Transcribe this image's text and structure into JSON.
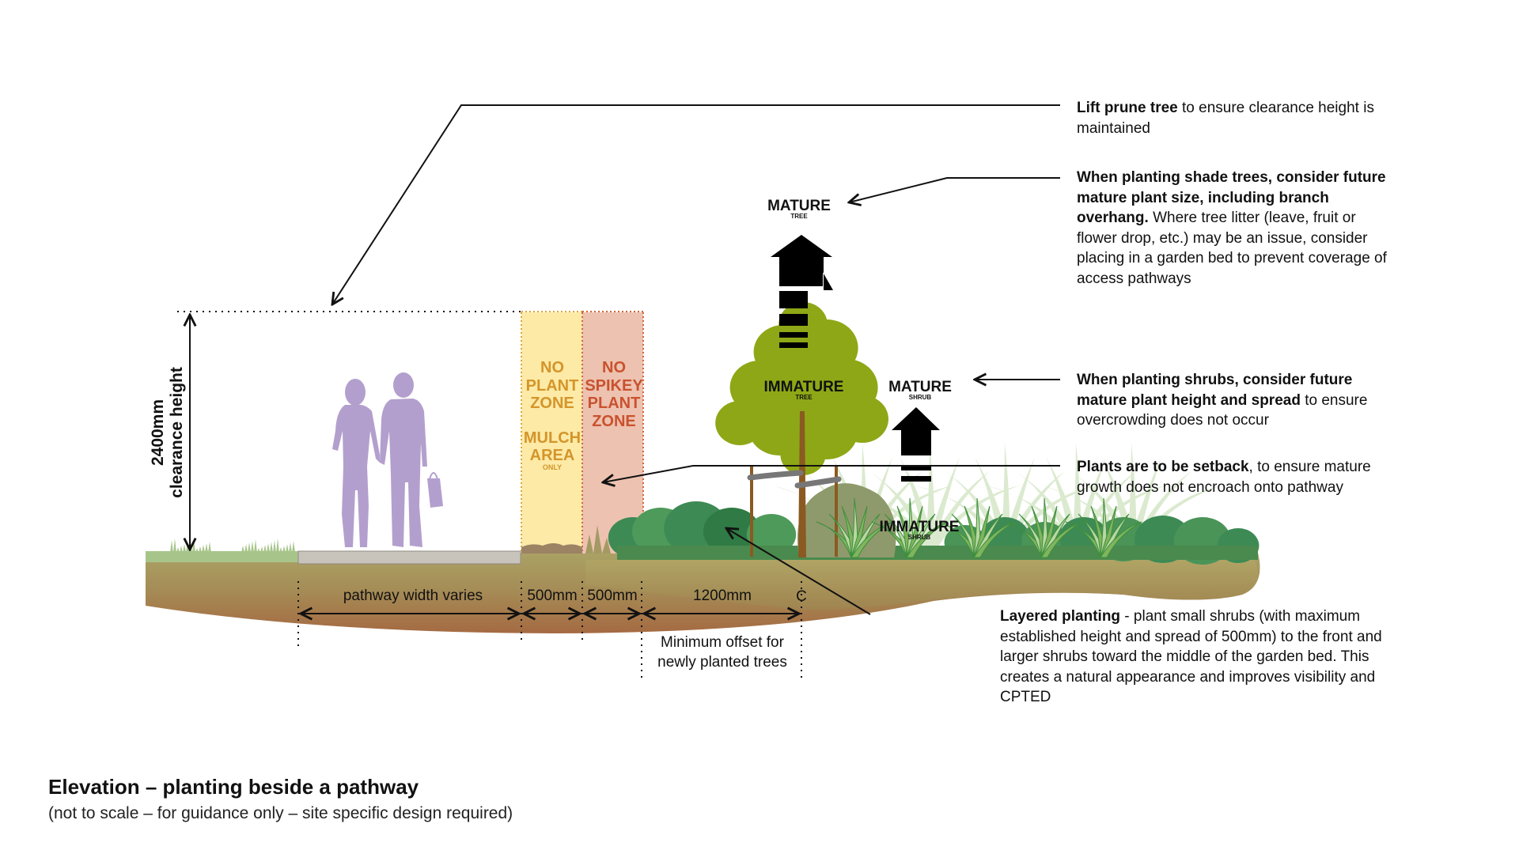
{
  "colors": {
    "ground_top": "#a9a064",
    "ground_bottom": "#a56f45",
    "grass": "#a7c58a",
    "pathway": "#c8c4bb",
    "people": "#b39fcd",
    "no_plant_zone_fill": "#fdeaa6",
    "no_plant_zone_text": "#d4952b",
    "no_spikey_zone_fill": "#edc2b0",
    "no_spikey_zone_text": "#c9522e",
    "tree_foliage": "#8ea716",
    "shrub_dark": "#3e8a55",
    "shrub_mid": "#5aa35a",
    "spiky_light": "#b9d7a1",
    "trunk": "#8a5a22"
  },
  "clearance": {
    "value": "2400mm",
    "label": "clearance height"
  },
  "zones": {
    "no_plant": {
      "lines": [
        "NO",
        "PLANT",
        "ZONE"
      ],
      "sub_lines": [
        "MULCH",
        "AREA"
      ],
      "small": "ONLY"
    },
    "no_spikey": {
      "lines": [
        "NO",
        "SPIKEY",
        "PLANT",
        "ZONE"
      ]
    }
  },
  "growth_labels": {
    "mature_tree": {
      "main": "MATURE",
      "sub": "TREE"
    },
    "immature_tree": {
      "main": "IMMATURE",
      "sub": "TREE"
    },
    "mature_shrub": {
      "main": "MATURE",
      "sub": "SHRUB"
    },
    "immature_shrub": {
      "main": "IMMATURE",
      "sub": "SHRUB"
    }
  },
  "dimensions": {
    "pathway": "pathway width varies",
    "no_plant": "500mm",
    "no_spikey": "500mm",
    "tree_offset": "1200mm",
    "centreline_symbol": "C",
    "tree_offset_note": [
      "Minimum offset for",
      "newly planted trees"
    ]
  },
  "notes": {
    "lift_prune": {
      "bold": "Lift prune tree",
      "rest": " to ensure clearance height is maintained"
    },
    "shade_trees": {
      "bold": "When planting shade trees, consider future mature plant size, including branch overhang.",
      "rest": " Where tree litter (leave, fruit or flower drop, etc.) may be an issue, consider placing in a garden bed to prevent coverage of access pathways"
    },
    "shrubs": {
      "bold": "When planting shrubs, consider future mature plant height and spread",
      "rest": " to ensure overcrowding does not occur"
    },
    "setback": {
      "bold": "Plants are to be setback",
      "rest": ", to ensure mature growth does not encroach onto pathway"
    },
    "layered": {
      "bold": "Layered planting",
      "rest": " - plant small shrubs (with maximum established height and spread of 500mm) to the front and larger shrubs toward the middle of the garden bed. This creates a natural appearance and improves visibility and CPTED"
    }
  },
  "footer": {
    "title": "Elevation – planting beside a pathway",
    "subtitle": "(not to scale – for guidance only – site specific design required)"
  }
}
